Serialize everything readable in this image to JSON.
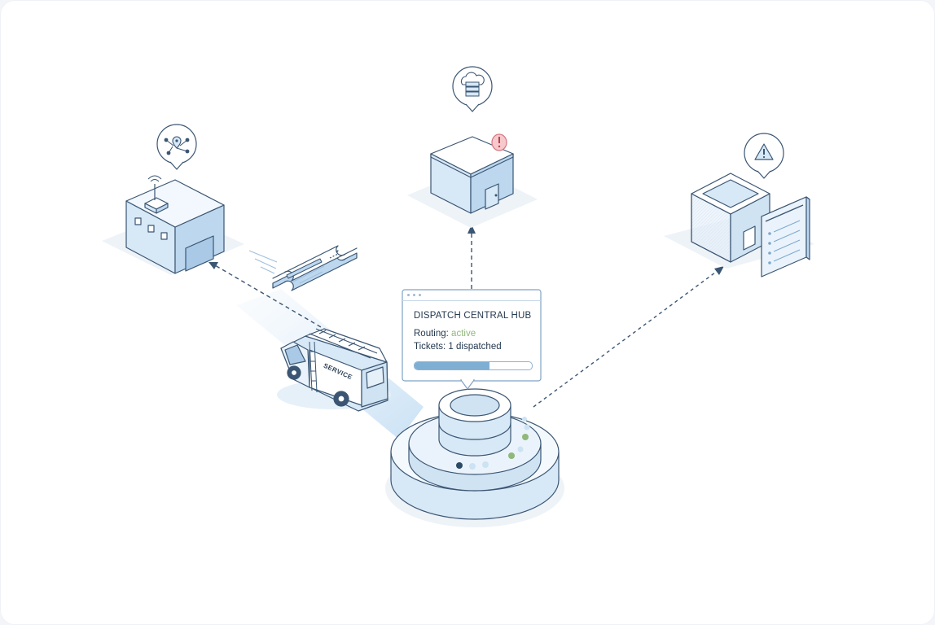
{
  "hub": {
    "title": "DISPATCH CENTRAL HUB",
    "routing_label": "Routing:",
    "routing_value": "active",
    "tickets_label": "Tickets:",
    "tickets_value": "1 dispatched",
    "progress": 0.64
  },
  "van": {
    "label": "SERVICE"
  },
  "colors": {
    "outline": "#3b5673",
    "face_light": "#eaf3fb",
    "face_mid": "#d3e6f5",
    "face_dark": "#bcd7ee",
    "accent_green": "#8fb87a",
    "alert_red": "#e0848c"
  },
  "icons": [
    "map-pin-network-icon",
    "cloud-server-icon",
    "warning-icon",
    "alert-exclamation-icon"
  ]
}
